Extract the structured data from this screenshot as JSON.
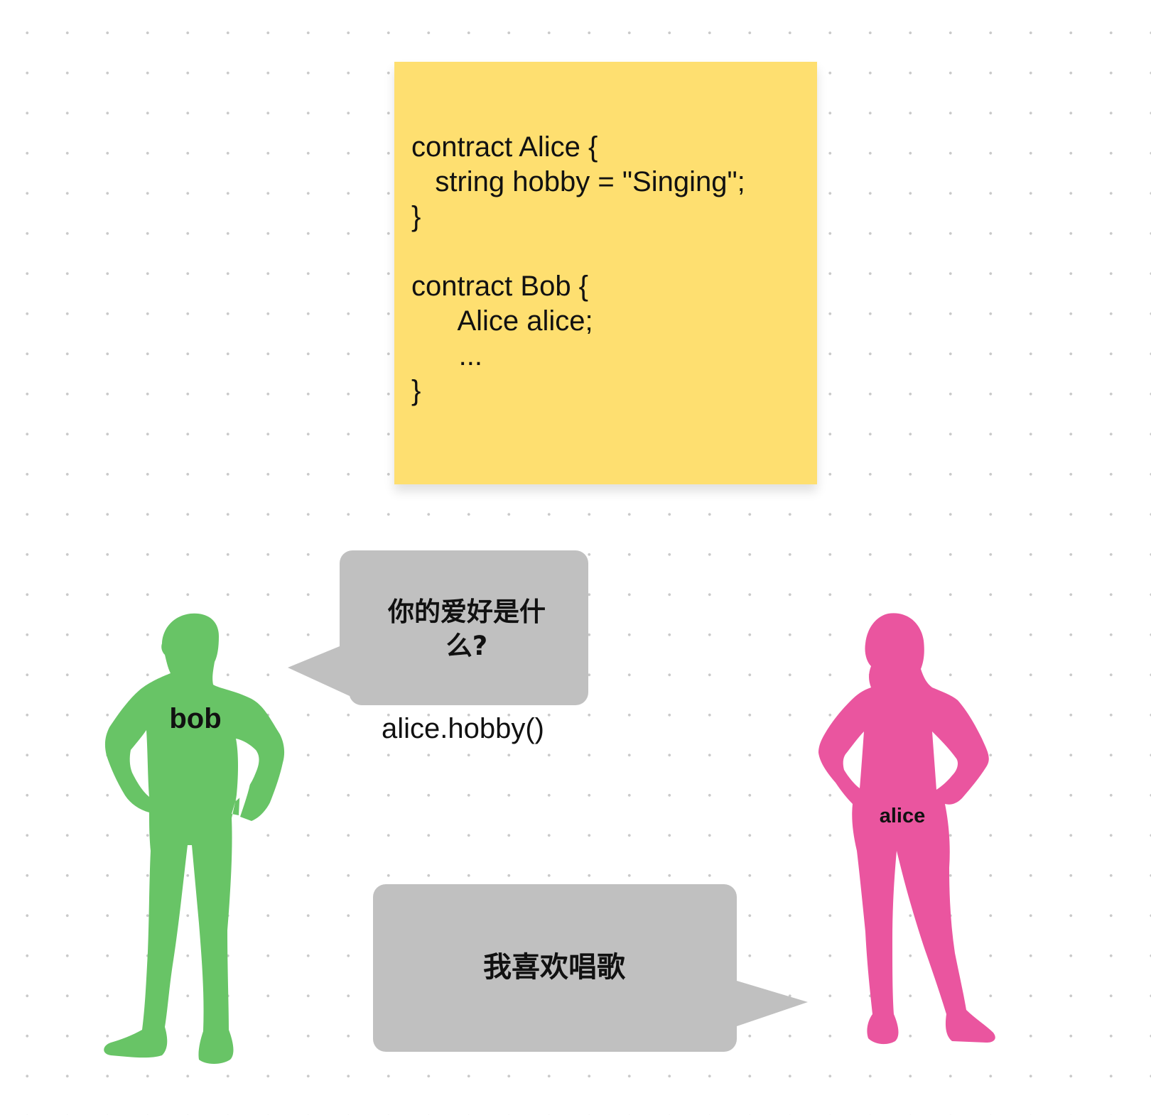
{
  "sticky_note": {
    "color": "#fedf70",
    "code": "contract Alice {\n   string hobby = \"Singing\";\n}\n\ncontract Bob {\n      Alice alice;\n      ...\n}"
  },
  "bob": {
    "label": "bob",
    "color": "#68c466"
  },
  "alice": {
    "label": "alice",
    "color": "#ea559f"
  },
  "question_bubble": {
    "text": "你的爱好是什么?",
    "color": "#c0c0c0"
  },
  "call_label": "alice.hobby()",
  "answer_bubble": {
    "text": "我喜欢唱歌",
    "color": "#c0c0c0"
  }
}
